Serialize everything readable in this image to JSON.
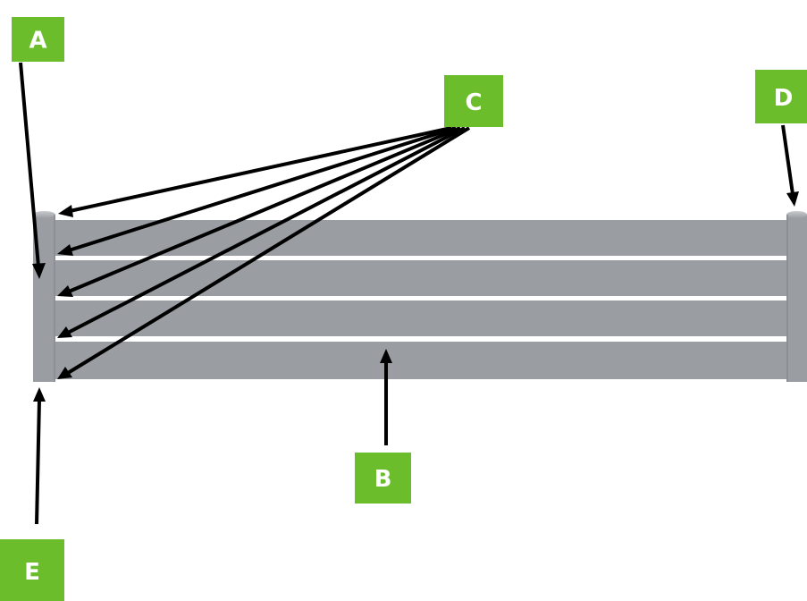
{
  "colors": {
    "panel": "#9a9ea3",
    "post": "#9a9ea3",
    "post_cap": "#b4b7bb",
    "gap": "#ffffff",
    "label_bg": "#6cbd2c",
    "label_text": "#ffffff",
    "arrow": "#000000"
  },
  "labels": {
    "a": "A",
    "b": "B",
    "c": "C",
    "d": "D",
    "e": "E"
  }
}
